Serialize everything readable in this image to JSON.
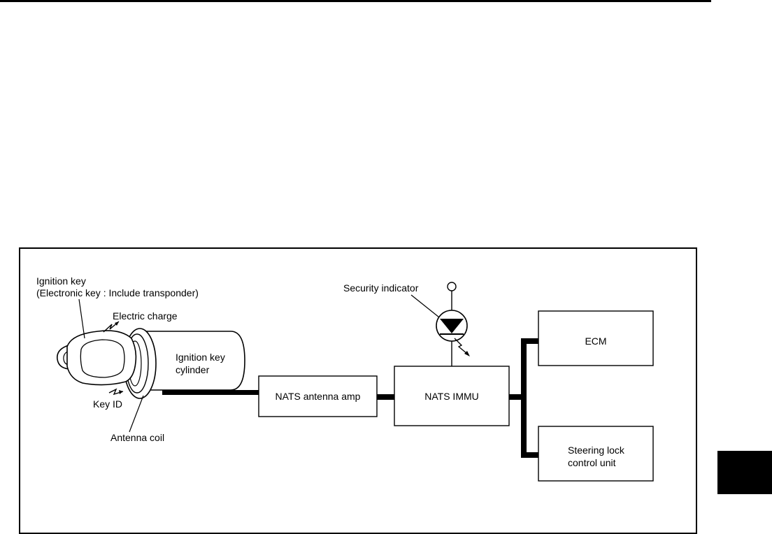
{
  "diagram": {
    "labels": {
      "ignition_key": "Ignition key",
      "ignition_key_note": "(Electronic key : Include transponder)",
      "electric_charge": "Electric charge",
      "cylinder_line1": "Ignition key",
      "cylinder_line2": "cylinder",
      "key_id": "Key ID",
      "antenna_coil": "Antenna coil",
      "security_indicator": "Security indicator"
    },
    "blocks": {
      "antenna_amp": "NATS antenna amp",
      "immu": "NATS IMMU",
      "ecm": "ECM",
      "steering_line1": "Steering lock",
      "steering_line2": "control unit"
    }
  }
}
